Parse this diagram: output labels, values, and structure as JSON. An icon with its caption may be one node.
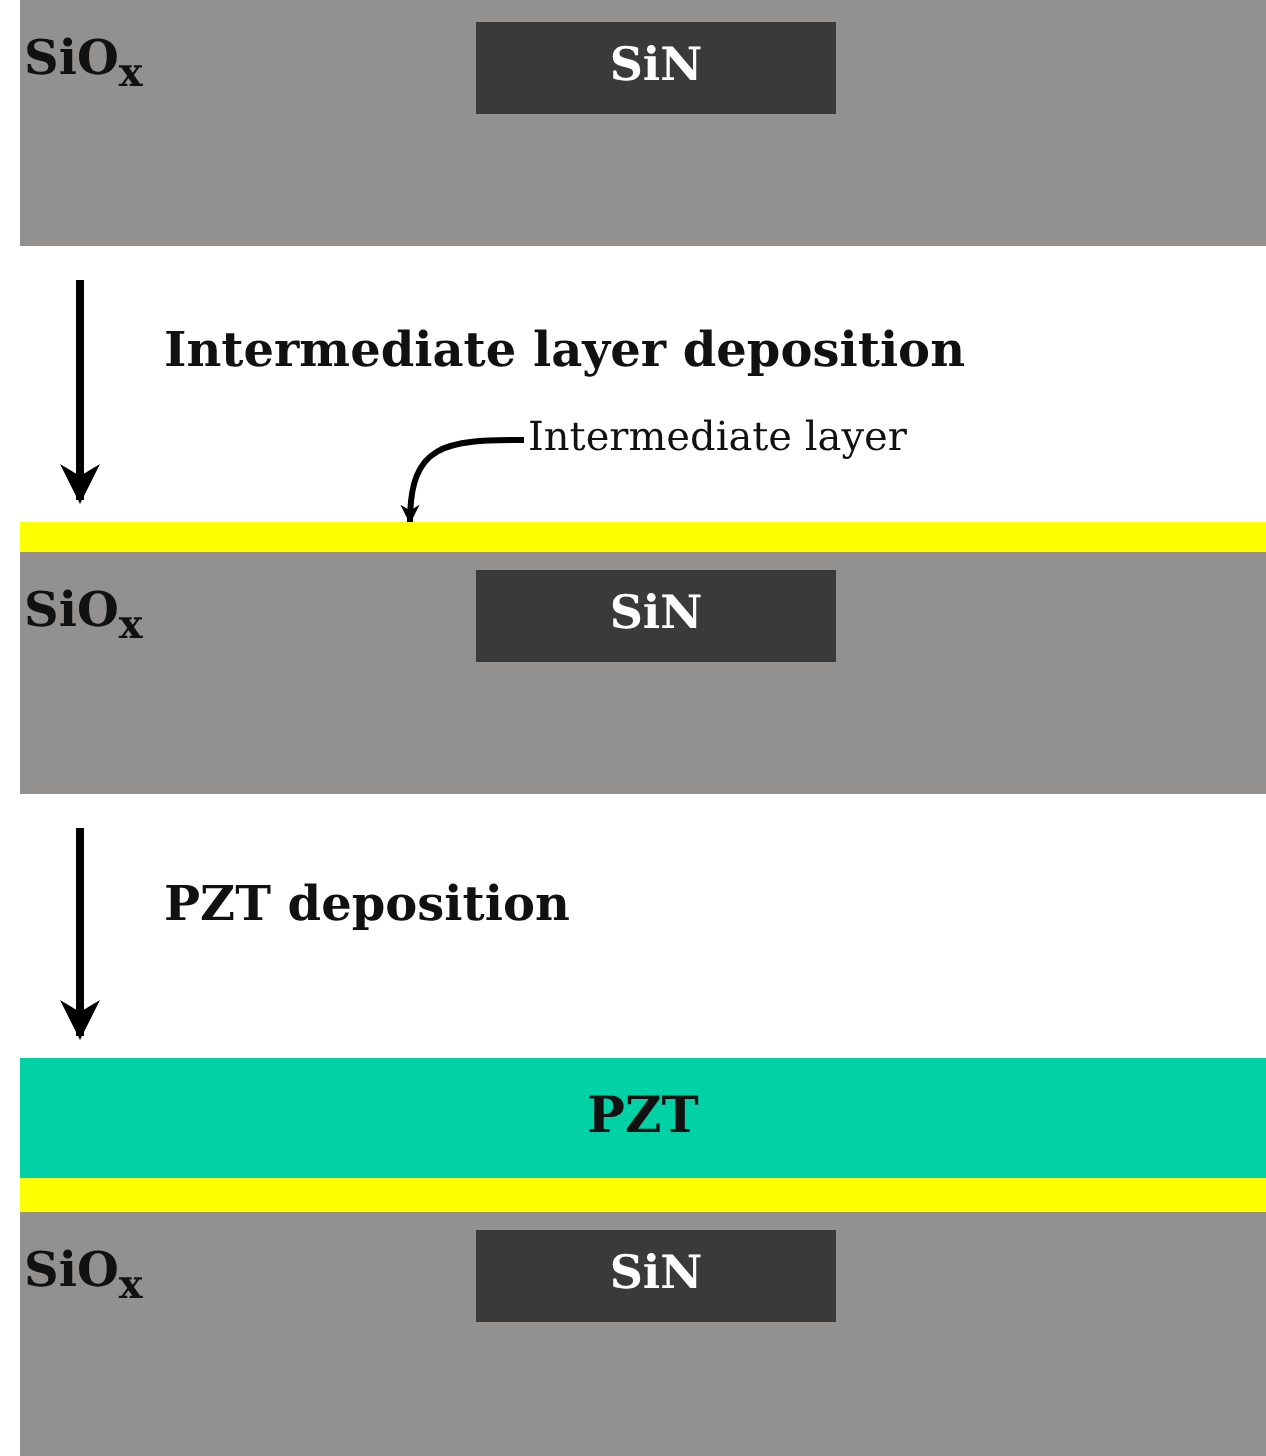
{
  "diagram": {
    "nodes": [
      {
        "text": [
          "SiO$_{x}$"
        ]
      },
      {
        "text": [
          "SiN"
        ],
        "in": 0
      },
      {
        "text": [
          "Intermediate layer"
        ]
      },
      {
        "text": [],
        "shape": "bar"
      },
      {
        "text": [
          "SiO$_{x}$"
        ]
      },
      {
        "text": [
          "SiN"
        ],
        "in": 4
      },
      {
        "text": [
          "PZT"
        ]
      },
      {
        "text": [],
        "shape": "bar"
      },
      {
        "text": [
          "SiO$_{x}$"
        ]
      },
      {
        "text": [
          "SiN"
        ],
        "in": 8
      }
    ],
    "edges": [
      {
        "from": 0,
        "to": 3,
        "arrow": "to",
        "label": "Intermediate layer deposition"
      },
      {
        "from": 2,
        "to": 3,
        "arrow": "to"
      },
      {
        "from": 4,
        "to": 6,
        "arrow": "to",
        "label": "PZT deposition"
      }
    ]
  }
}
